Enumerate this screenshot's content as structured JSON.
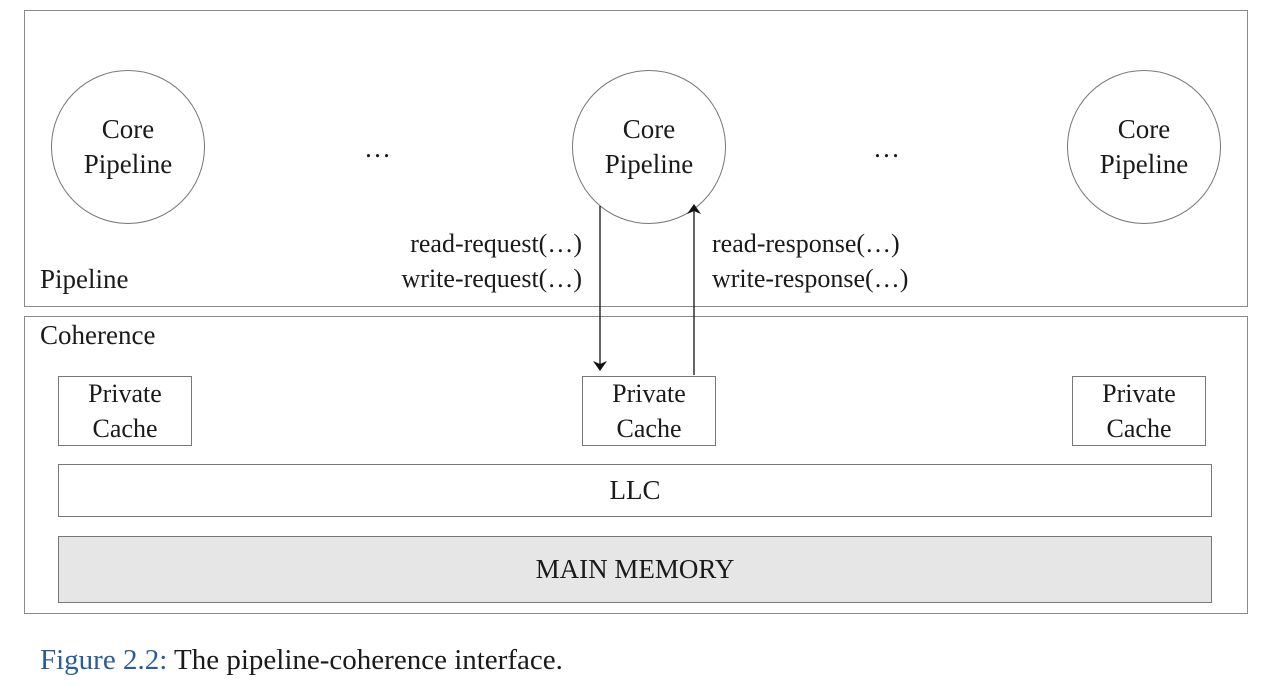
{
  "pipeline_layer": {
    "label": "Pipeline",
    "cores": [
      {
        "line1": "Core",
        "line2": "Pipeline"
      },
      {
        "line1": "Core",
        "line2": "Pipeline"
      },
      {
        "line1": "Core",
        "line2": "Pipeline"
      }
    ],
    "ellipsis": "…",
    "request_labels": [
      "read-request(…)",
      "write-request(…)"
    ],
    "response_labels": [
      "read-response(…)",
      "write-response(…)"
    ]
  },
  "coherence_layer": {
    "label": "Coherence",
    "caches": [
      {
        "line1": "Private",
        "line2": "Cache"
      },
      {
        "line1": "Private",
        "line2": "Cache"
      },
      {
        "line1": "Private",
        "line2": "Cache"
      }
    ],
    "llc_label": "LLC",
    "main_memory_label": "MAIN MEMORY"
  },
  "caption": {
    "prefix": "Figure 2.2:",
    "text": "The pipeline-coherence interface."
  },
  "colors": {
    "caption_prefix": "#2b5c9a",
    "main_memory_fill": "#e6e6e6",
    "border": "#777777"
  }
}
